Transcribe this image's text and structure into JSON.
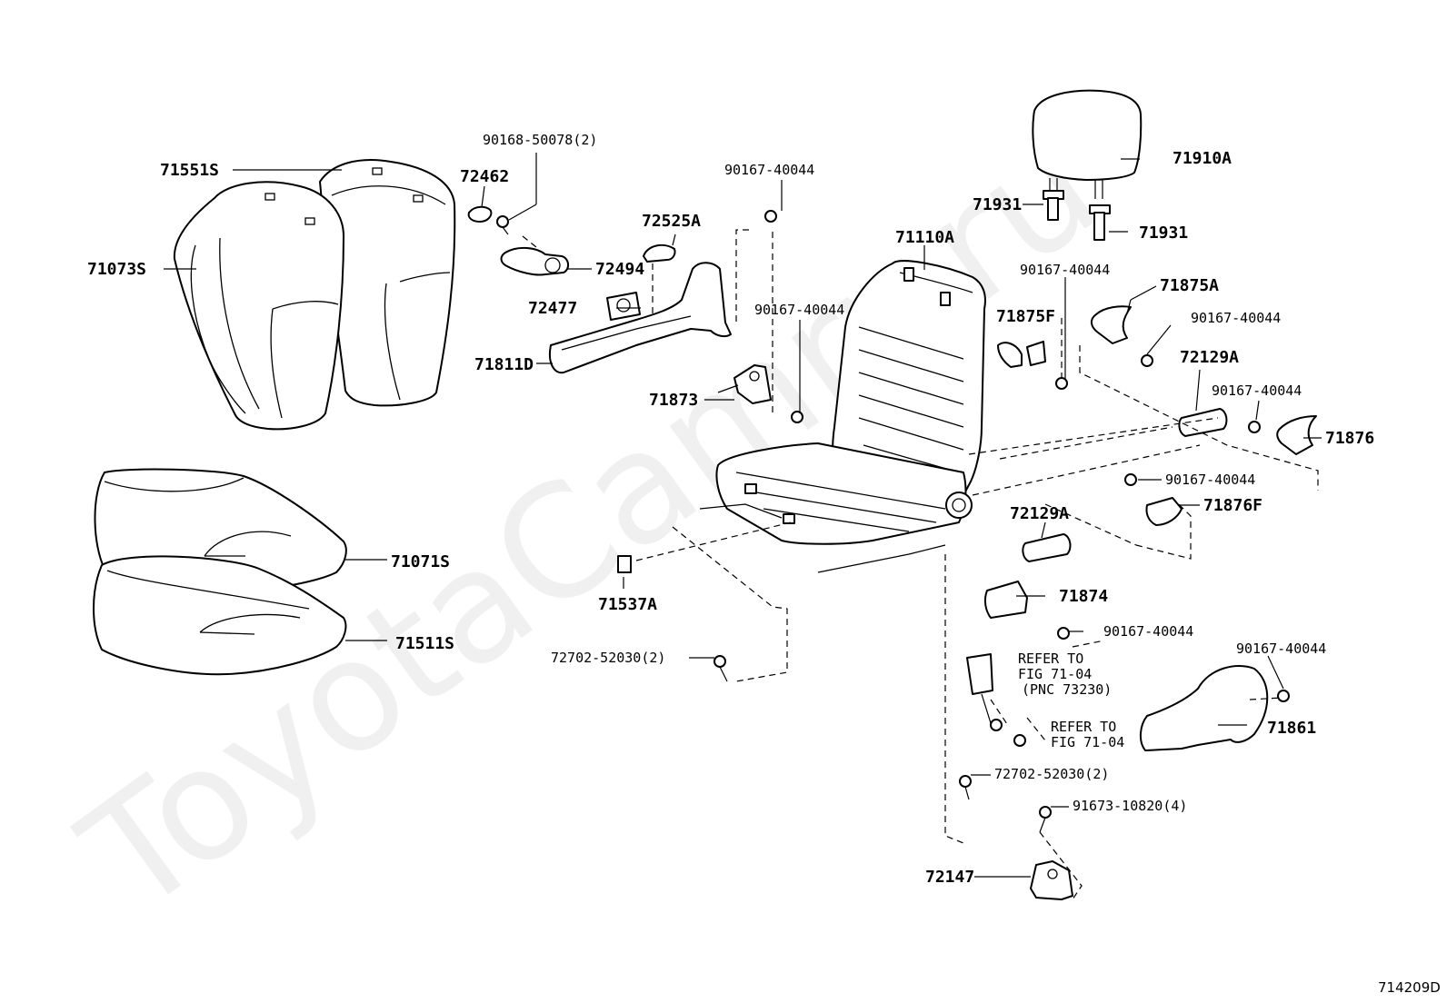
{
  "diagram": {
    "watermark": "ToyotaCamry.ru",
    "catalog_id": "714209D",
    "labels": {
      "l71551S": "71551S",
      "l71073S": "71073S",
      "l72462": "72462",
      "l90168": "90168-50078(2)",
      "l72494": "72494",
      "l72477": "72477",
      "l72525A": "72525A",
      "l71811D": "71811D",
      "l90167_a": "90167-40044",
      "l90167_b": "90167-40044",
      "l71873": "71873",
      "l71110A": "71110A",
      "l71910A": "71910A",
      "l71931_a": "71931",
      "l71931_b": "71931",
      "l90167_c": "90167-40044",
      "l71875A": "71875A",
      "l71875F": "71875F",
      "l90167_d": "90167-40044",
      "l72129A_a": "72129A",
      "l90167_e": "90167-40044",
      "l71876": "71876",
      "l90167_f": "90167-40044",
      "l71876F": "71876F",
      "l72129A_b": "72129A",
      "l71071S": "71071S",
      "l71537A": "71537A",
      "l71511S": "71511S",
      "l72702_a": "72702-52030(2)",
      "l71874": "71874",
      "l90167_g": "90167-40044",
      "l90167_h": "90167-40044",
      "l71861": "71861",
      "refer1_line1": "REFER TO",
      "refer1_line2": "FIG 71-04",
      "refer1_line3": "(PNC 73230)",
      "refer2_line1": "REFER TO",
      "refer2_line2": "FIG 71-04",
      "l72702_b": "72702-52030(2)",
      "l91673": "91673-10820(4)",
      "l72147": "72147"
    }
  }
}
